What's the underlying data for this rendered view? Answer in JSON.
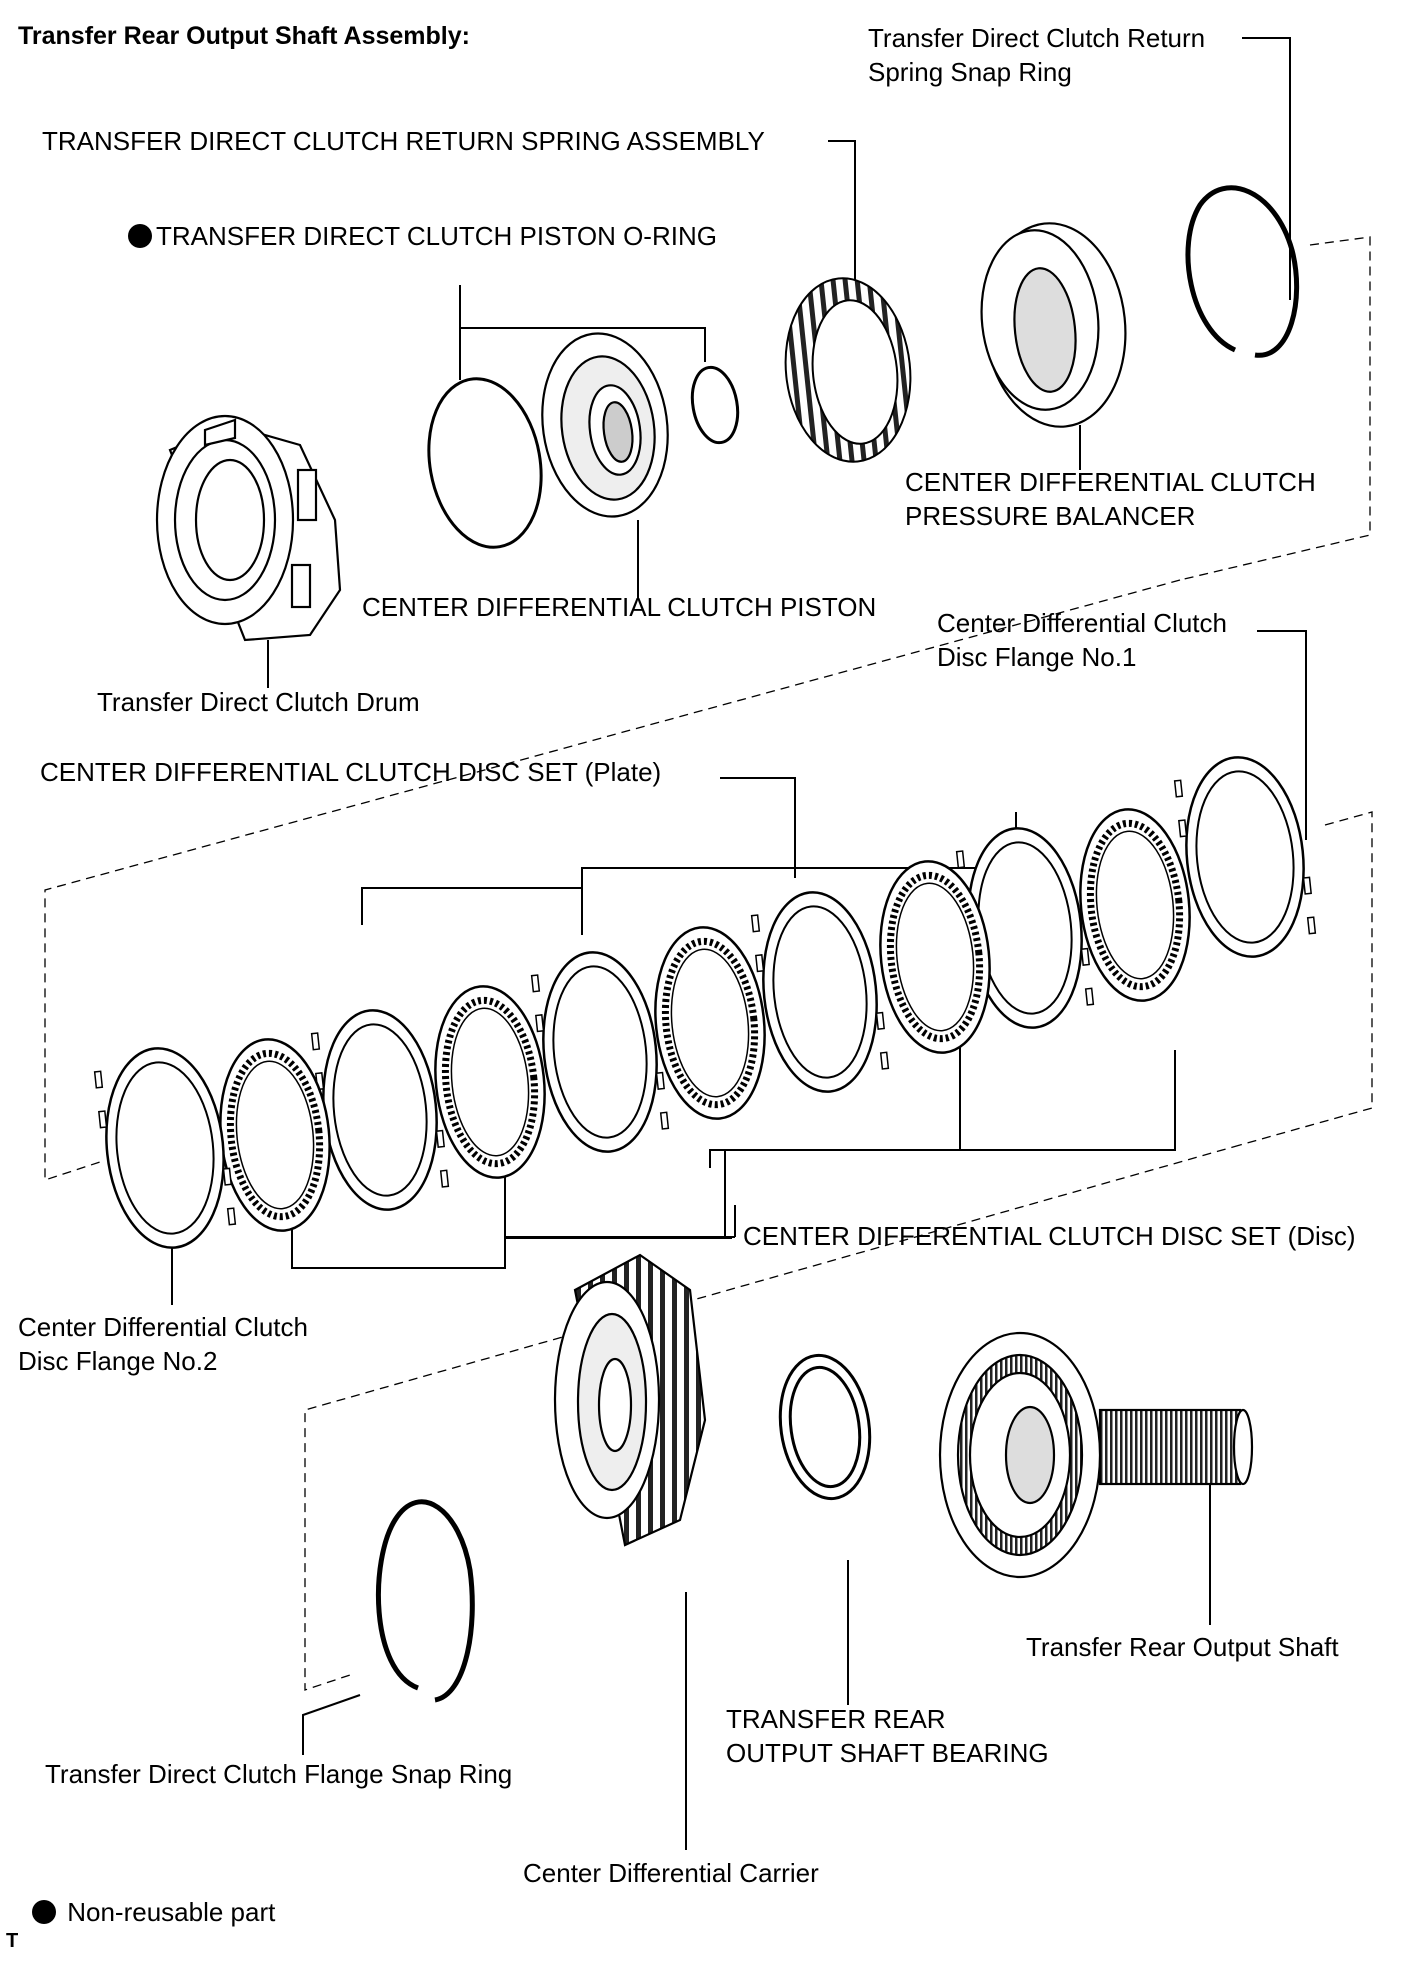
{
  "title": "Transfer Rear Output Shaft Assembly:",
  "labels": {
    "snap_ring_return": [
      "Transfer Direct Clutch Return",
      "Spring Snap Ring"
    ],
    "return_spring_assembly": "TRANSFER DIRECT CLUTCH RETURN SPRING ASSEMBLY",
    "piston_oring": "TRANSFER DIRECT CLUTCH PISTON O-RING",
    "pressure_balancer": [
      "CENTER DIFFERENTIAL CLUTCH",
      "PRESSURE BALANCER"
    ],
    "clutch_piston": "CENTER DIFFERENTIAL CLUTCH PISTON",
    "clutch_drum": "Transfer Direct Clutch Drum",
    "disc_flange_1": [
      "Center Differential Clutch",
      "Disc Flange No.1"
    ],
    "disc_set_plate": "CENTER DIFFERENTIAL CLUTCH DISC SET (Plate)",
    "disc_set_disc": "CENTER DIFFERENTIAL CLUTCH DISC SET (Disc)",
    "disc_flange_2": [
      "Center Differential Clutch",
      "Disc Flange No.2"
    ],
    "rear_output_shaft": "Transfer Rear Output Shaft",
    "rear_output_bearing": [
      "TRANSFER REAR",
      "OUTPUT SHAFT BEARING"
    ],
    "flange_snap_ring": "Transfer Direct Clutch Flange Snap Ring",
    "diff_carrier": "Center Differential Carrier"
  },
  "legend": {
    "symbol": "filled-circle-icon",
    "text": "Non-reusable part"
  },
  "corner_code": "T"
}
